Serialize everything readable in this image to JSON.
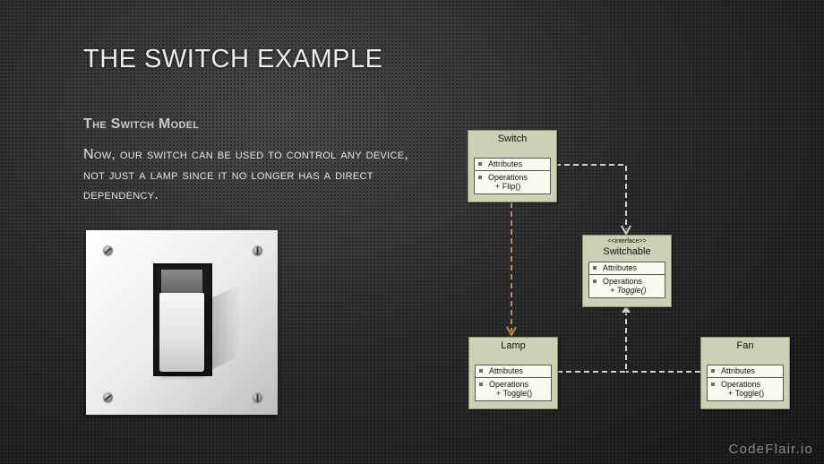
{
  "slide": {
    "title": "The Switch Example",
    "subtitle": "The Switch Model",
    "body": "Now, our switch can be used to control any device, not just a lamp since it no longer has a direct dependency.",
    "brand": "CodeFlair.io"
  },
  "diagram": {
    "classes": {
      "switch": {
        "name": "Switch",
        "attributes_label": "Attributes",
        "operations_label": "Operations",
        "operation": "+ Flip()"
      },
      "switchable": {
        "stereotype": "<<interface>>",
        "name": "Switchable",
        "attributes_label": "Attributes",
        "operations_label": "Operations",
        "operation": "+ Toggle()"
      },
      "lamp": {
        "name": "Lamp",
        "attributes_label": "Attributes",
        "operations_label": "Operations",
        "operation": "+ Toggle()"
      },
      "fan": {
        "name": "Fan",
        "attributes_label": "Attributes",
        "operations_label": "Operations",
        "operation": "+ Toggle()"
      }
    },
    "relations": [
      {
        "from": "Switch",
        "to": "Switchable",
        "kind": "dependency"
      },
      {
        "from": "Switch",
        "to": "Lamp",
        "kind": "dependency"
      },
      {
        "from": "Lamp",
        "to": "Switchable",
        "kind": "realization"
      },
      {
        "from": "Fan",
        "to": "Switchable",
        "kind": "realization"
      }
    ],
    "colors": {
      "box": "#cdd0b4",
      "line": "#d0d0c8",
      "highlight_line": "#c58a4a"
    }
  }
}
